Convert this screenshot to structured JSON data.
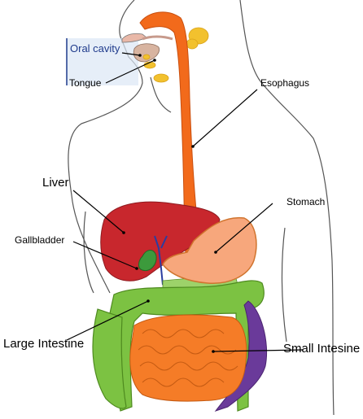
{
  "labels": {
    "oral_cavity": "Oral cavity",
    "tongue": "Tongue",
    "esophagus": "Esophagus",
    "liver": "Liver",
    "stomach": "Stomach",
    "gallbladder": "Gallbladder",
    "large_intestine": "Large Intestine",
    "small_intestine": "Small Intesine"
  },
  "colors": {
    "esophagus": "#f26a1b",
    "stomach": "#f7a77c",
    "liver": "#c8272d",
    "gallbladder": "#3c9a3c",
    "large_intestine": "#7cc242",
    "small_intestine": "#f57c27",
    "rectum_appendix": "#6a3a9a",
    "bile_ducts": "#2b3da0",
    "salivary_gland": "#f2c12e",
    "oral_cavity_box": "#dbe7f5",
    "tongue": "#d8b4a0",
    "outline": "#555555"
  }
}
